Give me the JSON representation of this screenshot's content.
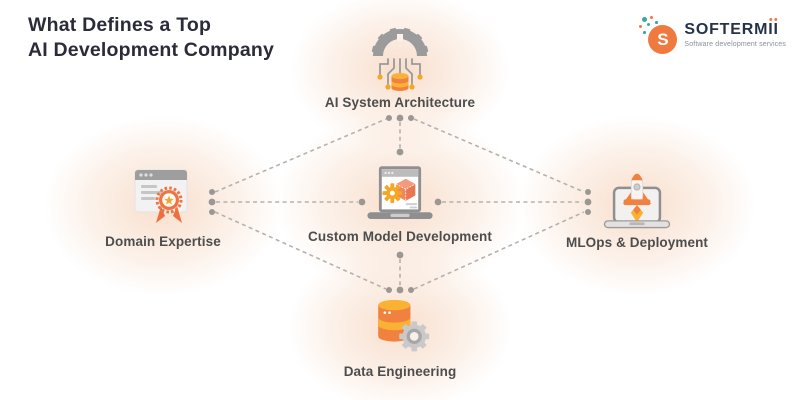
{
  "title": {
    "line1": "What Defines a Top",
    "line2": "AI Development Company"
  },
  "logo": {
    "monogram": "S",
    "brand_prefix": "SOFTERM",
    "brand_suffix_letters": [
      "I",
      "I"
    ],
    "tagline": "Software development services"
  },
  "diagram": {
    "center_node": {
      "id": "custom-model-development",
      "label": "Custom Model Development",
      "icon": "laptop-ai-model-icon"
    },
    "nodes": [
      {
        "id": "ai-system-architecture",
        "position": "top",
        "label": "AI System Architecture",
        "icon": "gear-circuit-database-icon"
      },
      {
        "id": "domain-expertise",
        "position": "left",
        "label": "Domain Expertise",
        "icon": "browser-award-icon"
      },
      {
        "id": "mlops-deployment",
        "position": "right",
        "label": "MLOps & Deployment",
        "icon": "laptop-rocket-icon"
      },
      {
        "id": "data-engineering",
        "position": "bottom",
        "label": "Data Engineering",
        "icon": "database-gear-icon"
      }
    ],
    "connections": [
      {
        "from": "custom-model-development",
        "to": "ai-system-architecture",
        "style": "dashed"
      },
      {
        "from": "custom-model-development",
        "to": "domain-expertise",
        "style": "dashed"
      },
      {
        "from": "custom-model-development",
        "to": "mlops-deployment",
        "style": "dashed"
      },
      {
        "from": "custom-model-development",
        "to": "data-engineering",
        "style": "dashed"
      },
      {
        "from": "domain-expertise",
        "to": "ai-system-architecture",
        "style": "dashed"
      },
      {
        "from": "ai-system-architecture",
        "to": "mlops-deployment",
        "style": "dashed"
      },
      {
        "from": "domain-expertise",
        "to": "data-engineering",
        "style": "dashed"
      },
      {
        "from": "data-engineering",
        "to": "mlops-deployment",
        "style": "dashed"
      }
    ]
  },
  "colors": {
    "accent_orange": "#F0813F",
    "accent_yellow": "#F9B233",
    "rosette_orange": "#EE7444",
    "brand_navy": "#263248",
    "brand_teal": "#39A8A1",
    "title_text": "#2B2B3A",
    "label_text": "#4D4D4D",
    "connector_gray": "#B5B1AD",
    "icon_gray": "#9B9B9B",
    "glow_peach": "#F7D9C4"
  }
}
